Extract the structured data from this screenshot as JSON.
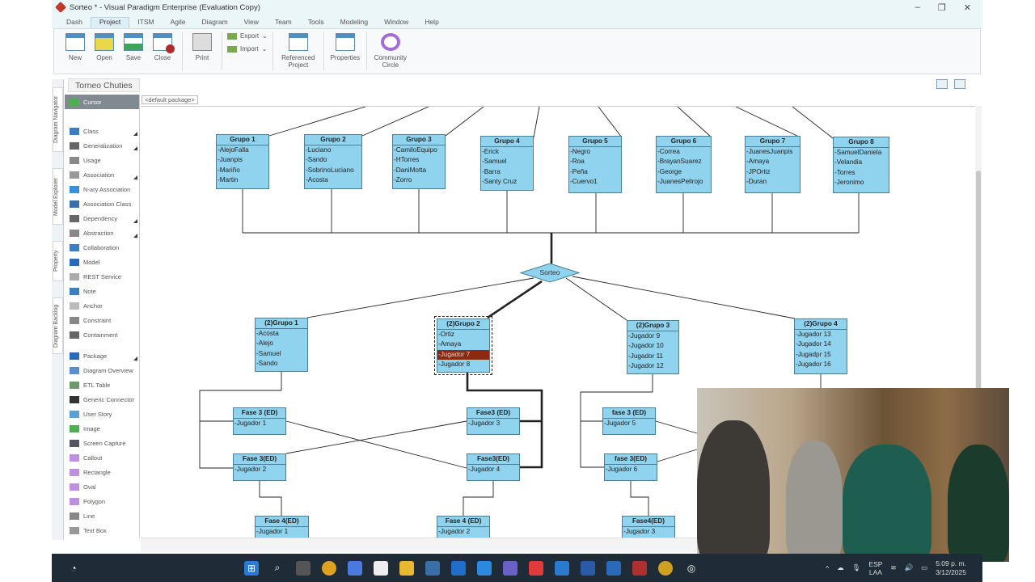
{
  "window": {
    "title": "Sorteo * - Visual Paradigm Enterprise (Evaluation Copy)",
    "controls": [
      "–",
      "❐",
      "✕"
    ]
  },
  "menu": [
    "Dash",
    "Project",
    "ITSM",
    "Agile",
    "Diagram",
    "View",
    "Team",
    "Tools",
    "Modeling",
    "Window",
    "Help"
  ],
  "menu_active": "Project",
  "ribbon": {
    "new": "New",
    "open": "Open",
    "save": "Save",
    "close": "Close",
    "print": "Print",
    "export": "Export",
    "import": "Import",
    "referenced_project": "Referenced Project",
    "properties": "Properties",
    "community_circle": "Community Circle"
  },
  "breadcrumb": "Torneo Chuties",
  "package": "<default package>",
  "left_tabs": [
    "Diagram Navigator",
    "Model Explorer",
    "Property",
    "Diagram Backlog"
  ],
  "palette": [
    "Cursor",
    "Class",
    "Generalization",
    "Usage",
    "Association",
    "N-ary Association",
    "Association Class",
    "Dependency",
    "Abstraction",
    "Collaboration",
    "Model",
    "REST Service",
    "Note",
    "Anchor",
    "Constraint",
    "Containment",
    "Package",
    "Diagram Overview",
    "ETL Table",
    "Generic Connector",
    "User Story",
    "Image",
    "Screen Capture",
    "Callout",
    "Rectangle",
    "Oval",
    "Polygon",
    "Line",
    "Text Box"
  ],
  "diagram": {
    "sorteo": "Sorteo",
    "classes": [
      {
        "name": "Grupo 1",
        "attrs": [
          "-AlejoFalla",
          "-Juanpis",
          "-Mariño",
          "-Martin"
        ]
      },
      {
        "name": "Grupo 2",
        "attrs": [
          "-Luciano",
          "-Sando",
          "-SobrinoLuciano",
          "-Acosta"
        ]
      },
      {
        "name": "Grupo 3",
        "attrs": [
          "-CamiloEquipo",
          "-HTorres",
          "-DaniMotta",
          "-Zorro"
        ]
      },
      {
        "name": "Grupo 4",
        "attrs": [
          "-Erick",
          "-Samuel",
          "-Barra",
          "-Santy Cruz"
        ]
      },
      {
        "name": "Grupo 5",
        "attrs": [
          "-Negro",
          "-Roa",
          "-Peña",
          "-Cuervo1"
        ]
      },
      {
        "name": "Grupo 6",
        "attrs": [
          "-Correa",
          "-BrayanSuarez",
          "-George",
          "-JuanesPelirojo"
        ]
      },
      {
        "name": "Grupo 7",
        "attrs": [
          "-JuanesJuanpis",
          "-Amaya",
          "-JPOrtiz",
          "-Duran"
        ]
      },
      {
        "name": "Grupo 8",
        "attrs": [
          "-SamuelDaniela",
          "-Velandia",
          "-Torres",
          "-Jeronimo"
        ]
      },
      {
        "name": "(2)Grupo 1",
        "attrs": [
          "-Acosta",
          "-Alejo",
          "-Samuel",
          "-Sando"
        ]
      },
      {
        "name": "(2)Grupo 2",
        "attrs": [
          "-Ortiz",
          "-Amaya",
          "-Jugador 7",
          "-Jugador 8"
        ],
        "selected_attr": 2
      },
      {
        "name": "(2)Grupo 3",
        "attrs": [
          "-Jugador 9",
          "-Jugador 10",
          "-Jugador 11",
          "-Jugador 12"
        ]
      },
      {
        "name": "(2)Grupo 4",
        "attrs": [
          "-Jugador 13",
          "-Jugador 14",
          "-Jugadpr 15",
          "-Jugador 16"
        ]
      },
      {
        "name": "Fase 3 (ED)",
        "attrs": [
          "-Jugador 1"
        ]
      },
      {
        "name": "Fase 3(ED)",
        "attrs": [
          "-Jugador 2"
        ]
      },
      {
        "name": "Fase3 (ED)",
        "attrs": [
          "-Jugador 3"
        ]
      },
      {
        "name": "Fase3(ED)",
        "attrs": [
          "-Jugador 4"
        ]
      },
      {
        "name": "fase 3 (ED)",
        "attrs": [
          "-Jugador 5"
        ]
      },
      {
        "name": "fase 3(ED)",
        "attrs": [
          "-Jugador 6"
        ]
      },
      {
        "name": "Fase 4(ED)",
        "attrs": [
          "-Jugador 1"
        ]
      },
      {
        "name": "Fase 4 (ED)",
        "attrs": [
          "-Jugador 2"
        ]
      },
      {
        "name": "Fase4(ED)",
        "attrs": [
          "-Jugador 3"
        ]
      }
    ]
  },
  "tray": {
    "lang1": "ESP",
    "lang2": "LAA",
    "time": "5:09 p. m.",
    "date": "3/12/2025"
  },
  "colors": {
    "class_fill": "#8fd3ee",
    "selected_attr": "#8b2a14",
    "taskbar": "#1f2b36"
  }
}
